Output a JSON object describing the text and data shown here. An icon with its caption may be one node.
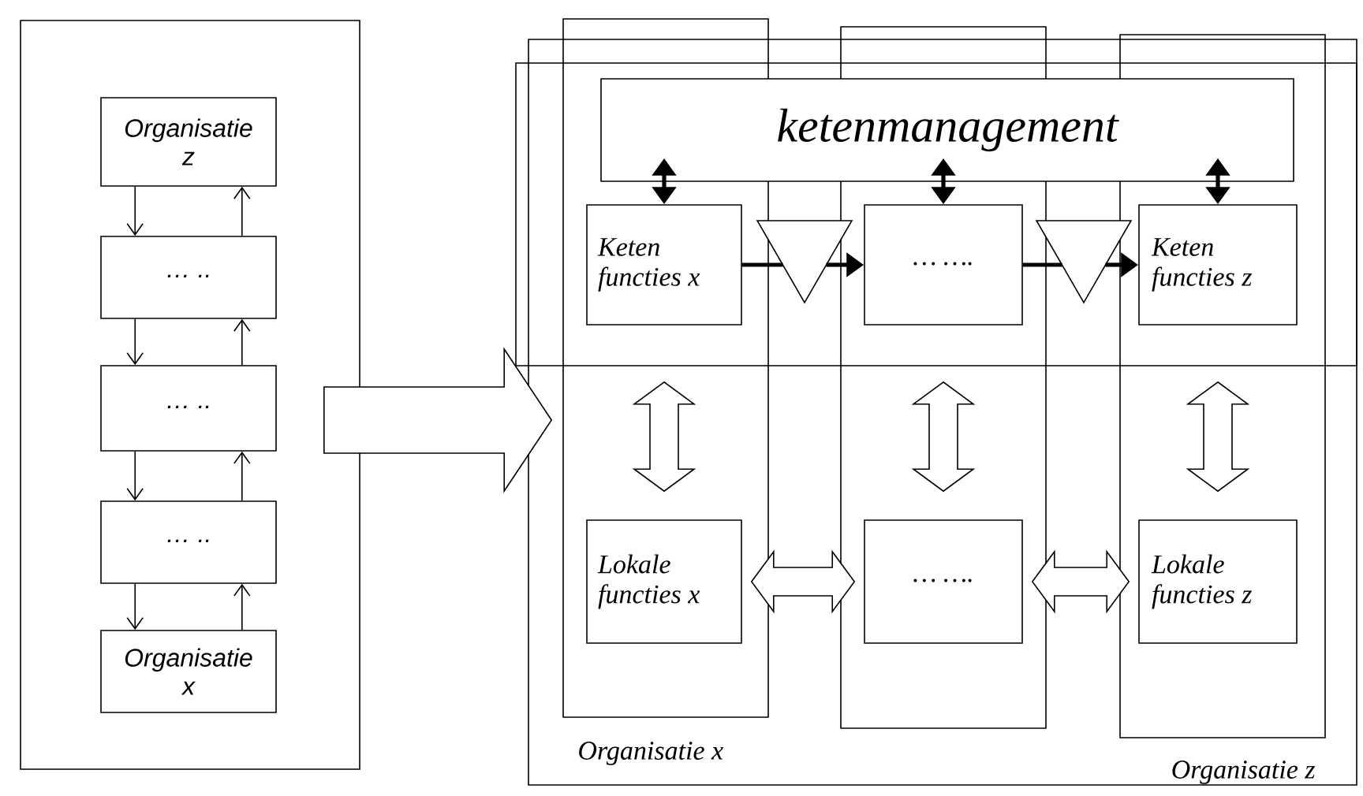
{
  "diagram": {
    "nodes": [
      {
        "text": [],
        "shape": "box"
      },
      {
        "text": [
          "Organisatie z"
        ],
        "in": 0
      },
      {
        "text": [
          "… .."
        ],
        "in": 0
      },
      {
        "text": [
          "… .."
        ],
        "in": 0
      },
      {
        "text": [
          "… .."
        ],
        "in": 0
      },
      {
        "text": [
          "Organisatie x"
        ],
        "in": 0
      },
      {
        "text": [],
        "shape": "box"
      },
      {
        "text": [],
        "shape": "box",
        "in": 6
      },
      {
        "text": [],
        "shape": "box",
        "in": 6,
        "beside": [
          "Organisatie x"
        ]
      },
      {
        "text": [],
        "shape": "box",
        "in": 6
      },
      {
        "text": [],
        "shape": "box",
        "in": 6,
        "beside": [
          "Organisatie z"
        ]
      },
      {
        "text": [
          "ketenmanagement"
        ],
        "in": 7
      },
      {
        "text": [
          "Keten functies x"
        ]
      },
      {
        "text": [
          "… …."
        ]
      },
      {
        "text": [
          "Keten functies z"
        ]
      },
      {
        "text": [],
        "shape": "triangle",
        "in": 7
      },
      {
        "text": [],
        "shape": "triangle",
        "in": 7
      },
      {
        "text": [
          "Lokale functies x"
        ],
        "in": 8
      },
      {
        "text": [
          "… …."
        ],
        "in": 9
      },
      {
        "text": [
          "Lokale functies z"
        ],
        "in": 10
      }
    ],
    "edges": [
      {
        "from": 1,
        "to": 2,
        "arrow": "to"
      },
      {
        "from": 2,
        "to": 3,
        "arrow": "to"
      },
      {
        "from": 3,
        "to": 4,
        "arrow": "to"
      },
      {
        "from": 4,
        "to": 5,
        "arrow": "to"
      },
      {
        "from": 5,
        "to": 4,
        "arrow": "to"
      },
      {
        "from": 4,
        "to": 3,
        "arrow": "to"
      },
      {
        "from": 3,
        "to": 2,
        "arrow": "to"
      },
      {
        "from": 2,
        "to": 1,
        "arrow": "to"
      },
      {
        "from": 0,
        "to": 6,
        "arrow": "to",
        "style": "thick"
      },
      {
        "from": 11,
        "to": 12,
        "arrow": "both",
        "style": "thick"
      },
      {
        "from": 11,
        "to": 13,
        "arrow": "both",
        "style": "thick"
      },
      {
        "from": 11,
        "to": 14,
        "arrow": "both",
        "style": "thick"
      },
      {
        "from": 12,
        "to": 15,
        "arrow": "none",
        "style": "thick"
      },
      {
        "from": 15,
        "to": 13,
        "arrow": "to",
        "style": "thick"
      },
      {
        "from": 13,
        "to": 16,
        "arrow": "none",
        "style": "thick"
      },
      {
        "from": 16,
        "to": 14,
        "arrow": "to",
        "style": "thick"
      },
      {
        "from": 12,
        "to": 17,
        "arrow": "both",
        "style": "thick"
      },
      {
        "from": 13,
        "to": 18,
        "arrow": "both",
        "style": "thick"
      },
      {
        "from": 14,
        "to": 19,
        "arrow": "both",
        "style": "thick"
      },
      {
        "from": 17,
        "to": 18,
        "arrow": "both",
        "style": "thick"
      },
      {
        "from": 18,
        "to": 19,
        "arrow": "both",
        "style": "thick"
      }
    ]
  }
}
